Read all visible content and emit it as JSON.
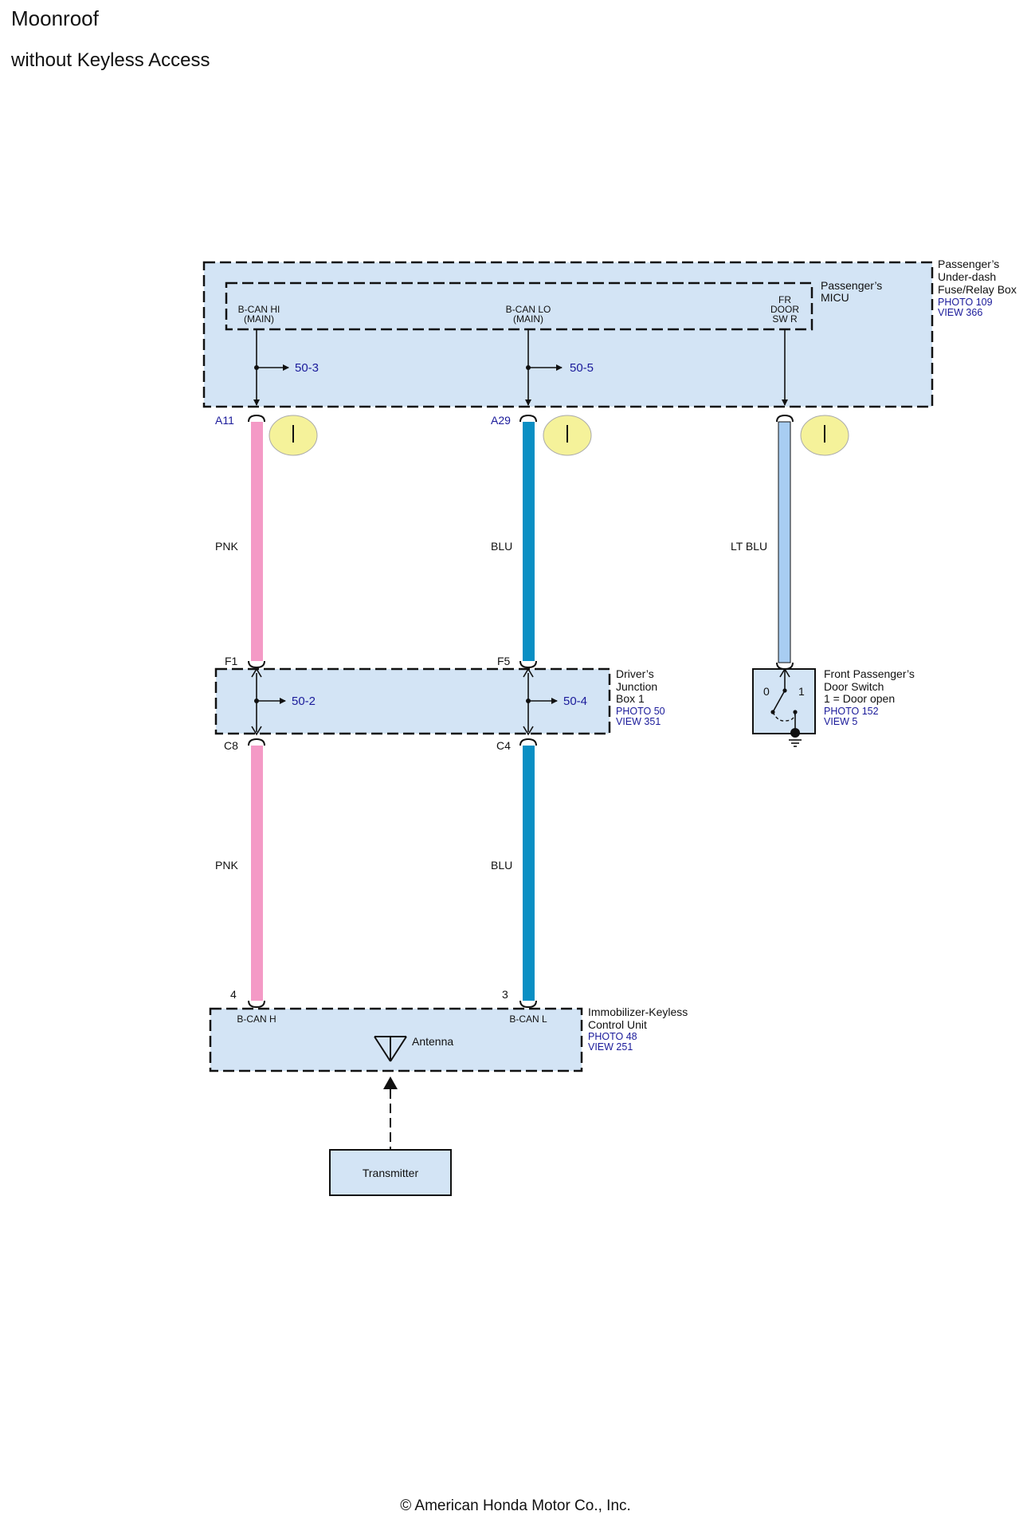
{
  "title": "Moonroof",
  "subtitle": "without Keyless Access",
  "footer": "© American Honda Motor Co., Inc.",
  "colors": {
    "box_fill": "#d3e4f5",
    "pnk": "#f49ac6",
    "blu": "#0a8fc4",
    "lt_blu": "#a8cdf2",
    "indicator": "#f5f29a"
  },
  "fuse_box": {
    "name_1": "Passenger’s",
    "name_2": "Under-dash",
    "name_3": "Fuse/Relay Box",
    "photo": "PHOTO 109",
    "view": "VIEW 366"
  },
  "micu": {
    "name_1": "Passenger’s",
    "name_2": "MICU",
    "pin1_1": "B-CAN HI",
    "pin1_2": "(MAIN)",
    "pin2_1": "B-CAN LO",
    "pin2_2": "(MAIN)",
    "pin3_1": "FR",
    "pin3_2": "DOOR",
    "pin3_3": "SW R",
    "link1": "50-3",
    "link2": "50-5"
  },
  "connectors": {
    "a11": "A11",
    "a29": "A29",
    "f1": "F1",
    "f5": "F5",
    "c8": "C8",
    "c4": "C4",
    "p4": "4",
    "p3": "3"
  },
  "wires": {
    "w1": "PNK",
    "w2": "BLU",
    "w3": "LT BLU",
    "w4": "PNK",
    "w5": "BLU"
  },
  "junction": {
    "name_1": "Driver’s",
    "name_2": "Junction",
    "name_3": "Box 1",
    "photo": "PHOTO 50",
    "view": "VIEW 351",
    "link1": "50-2",
    "link2": "50-4"
  },
  "door_switch": {
    "name_1": "Front Passenger’s",
    "name_2": "Door Switch",
    "name_3": "1 = Door open",
    "photo": "PHOTO 152",
    "view": "VIEW 5",
    "pos0": "0",
    "pos1": "1"
  },
  "immobilizer": {
    "name_1": "Immobilizer-Keyless",
    "name_2": "Control Unit",
    "photo": "PHOTO 48",
    "view": "VIEW 251",
    "pin1": "B-CAN H",
    "pin2": "B-CAN L",
    "antenna": "Antenna"
  },
  "transmitter": {
    "label": "Transmitter"
  }
}
